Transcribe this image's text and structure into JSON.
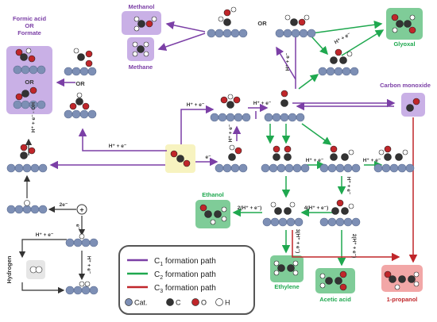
{
  "products": {
    "formic": [
      "Formic acid",
      "OR",
      "Formate"
    ],
    "methanol": "Methanol",
    "methane": "Methane",
    "glyoxal": "Glyoxal",
    "co": "Carbon monoxide",
    "ethanol": "Ethanol",
    "ethylene": "Ethylene",
    "acetic": "Acetic acid",
    "propanol": "1-propanol",
    "hydrogen": "Hydrogen"
  },
  "or_labels": {
    "top": "OR",
    "left_mid": "OR",
    "formic_box": "OR"
  },
  "steps": {
    "he": "H⁺ + e⁻",
    "e": "e⁻",
    "two_e": "2e⁻",
    "two_he": "2(H⁺ + e⁻)",
    "three_he": "3(H⁺ + e⁻)",
    "four_he": "4(H⁺ + e⁻)",
    "he_oh": "H⁺ + e⁻ - OH"
  },
  "legend": {
    "paths": [
      {
        "label_main": "C",
        "label_sub": "1",
        "label_rest": " formation path",
        "color": "#7b3fa6"
      },
      {
        "label_main": "C",
        "label_sub": "2",
        "label_rest": " formation path",
        "color": "#1fa84f"
      },
      {
        "label_main": "C",
        "label_sub": "3",
        "label_rest": " formation path",
        "color": "#c0262a"
      }
    ],
    "atoms": [
      {
        "label": "Cat.",
        "color": "#7d8fb5"
      },
      {
        "label": "C",
        "color": "#333333"
      },
      {
        "label": "O",
        "color": "#c0262a"
      },
      {
        "label": "H",
        "color": "#ffffff"
      }
    ]
  },
  "colors": {
    "c1": "#7b3fa6",
    "c2": "#1fa84f",
    "c3": "#c0262a",
    "purple_box": "#c9b0e6",
    "green_box": "#7fcc98",
    "red_box": "#f2a7a7",
    "yellow_box": "#f7f3c0",
    "gray_box": "#e6e6e6",
    "catalyst": "#7d8fb5"
  }
}
